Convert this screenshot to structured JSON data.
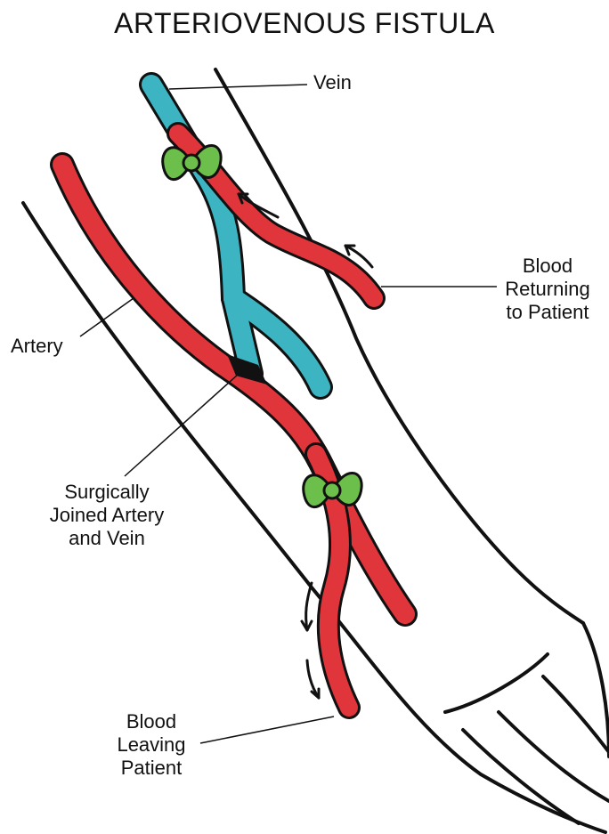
{
  "title": "ARTERIOVENOUS FISTULA",
  "labels": {
    "vein": "Vein",
    "artery": "Artery",
    "blood_returning": [
      "Blood",
      "Returning",
      "to Patient"
    ],
    "surgical_joint": [
      "Surgically",
      "Joined Artery",
      "and Vein"
    ],
    "blood_leaving": [
      "Blood",
      "Leaving",
      "Patient"
    ]
  },
  "colors": {
    "artery": "#e0353b",
    "vein": "#3cb4c2",
    "needle": "#6dbf4b",
    "outline": "#111111"
  }
}
